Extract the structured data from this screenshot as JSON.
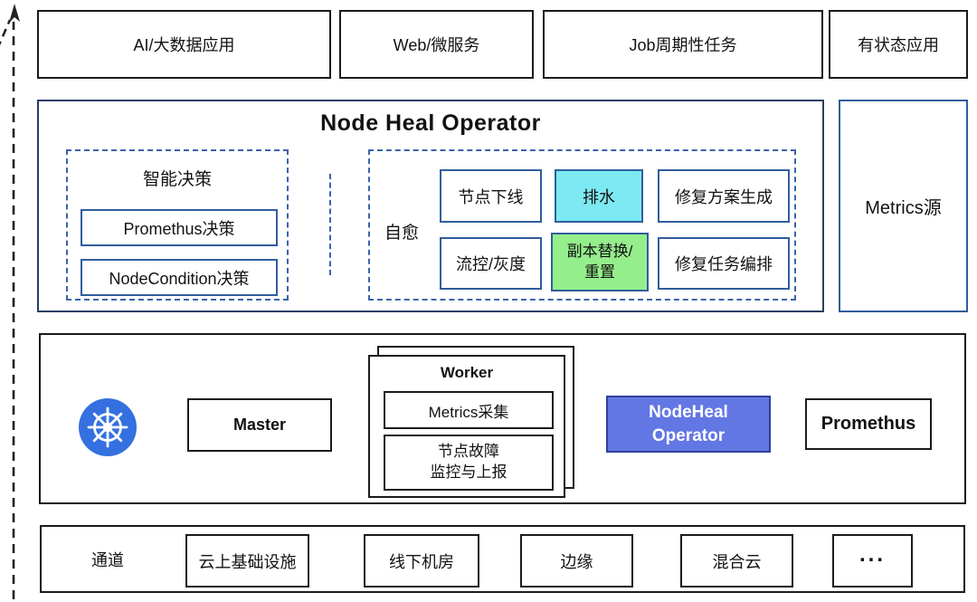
{
  "top_apps": [
    "AI/大数据应用",
    "Web/微服务",
    "Job周期性任务",
    "有状态应用"
  ],
  "operator": {
    "title": "Node Heal Operator",
    "decision_title": "智能决策",
    "decision_items": [
      "Promethus决策",
      "NodeCondition决策"
    ],
    "selfheal_label": "自愈",
    "selfheal_row1": [
      "节点下线",
      "排水",
      "修复方案生成"
    ],
    "selfheal_row2": [
      "流控/灰度",
      "副本替换/\n重置",
      "修复任务编排"
    ]
  },
  "metrics_source_label": "Metrics源",
  "cluster": {
    "master_label": "Master",
    "worker_title": "Worker",
    "worker_items": [
      "Metrics采集",
      "节点故障\n监控与上报"
    ],
    "nodeheal_label": "NodeHeal\nOperator",
    "prometheus_label": "Promethus"
  },
  "channel": {
    "label": "通道",
    "items": [
      "云上基础设施",
      "线下机房",
      "边缘",
      "混合云",
      "..."
    ]
  },
  "icons": {
    "kubernetes": "kubernetes-helm-icon",
    "arrow": "dashed-up-arrow"
  },
  "colors": {
    "panel_border_navy": "#2b3e66",
    "dashed_blue": "#3a64a8",
    "drain_cyan": "#7de9f2",
    "replace_green": "#95ee8c",
    "nodeheal_blue": "#6377e4",
    "kubernetes_blue": "#3470e0",
    "line_black": "#1b1b1b"
  }
}
